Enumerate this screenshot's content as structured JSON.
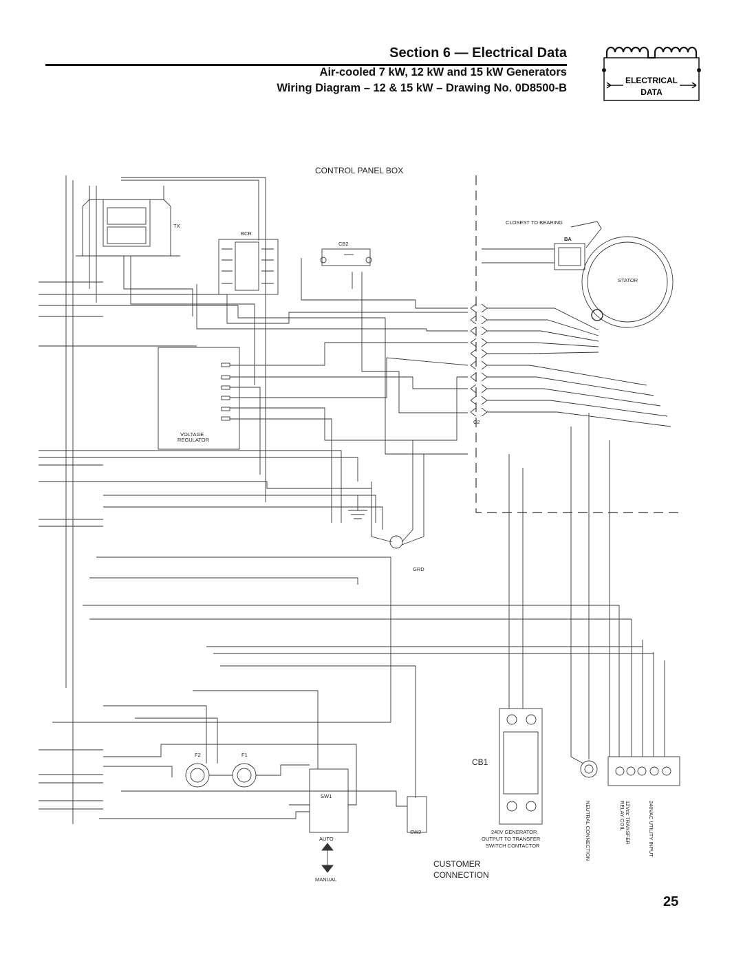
{
  "header": {
    "section": "Section 6 — Electrical Data",
    "title_line1": "Air-cooled 7 kW, 12 kW and 15 kW Generators",
    "title_line2": "Wiring Diagram – 12 & 15 kW – Drawing No. 0D8500-B"
  },
  "logo": {
    "line1": "ELECTRICAL",
    "line2": "DATA"
  },
  "labels": {
    "control_panel_box": "CONTROL PANEL BOX",
    "closest_to_bearing": "CLOSEST TO BEARING",
    "ba": "BA",
    "stator": "STATOR",
    "tx": "TX",
    "bcr": "BCR",
    "cb2": "CB2",
    "c2": "C2",
    "voltage": "VOLTAGE",
    "regulator": "REGULATOR",
    "grd": "GRD",
    "cb1": "CB1",
    "sw1": "SW1",
    "sw2": "SW2",
    "f1": "F1",
    "f2": "F2",
    "auto": "AUTO",
    "manual": "MANUAL",
    "gen_out1": "240V GENERATOR",
    "gen_out2": "OUTPUT TO TRANSFER",
    "gen_out3": "SWITCH CONTACTOR",
    "customer": "CUSTOMER",
    "connection": "CONNECTION",
    "neutral": "NEUTRAL CONNECTION",
    "relay1": "12Vdc TRANSFER",
    "relay2": "RELAY COIL",
    "utility": "240VAC UTILITY INPUT"
  },
  "page_number": "25"
}
